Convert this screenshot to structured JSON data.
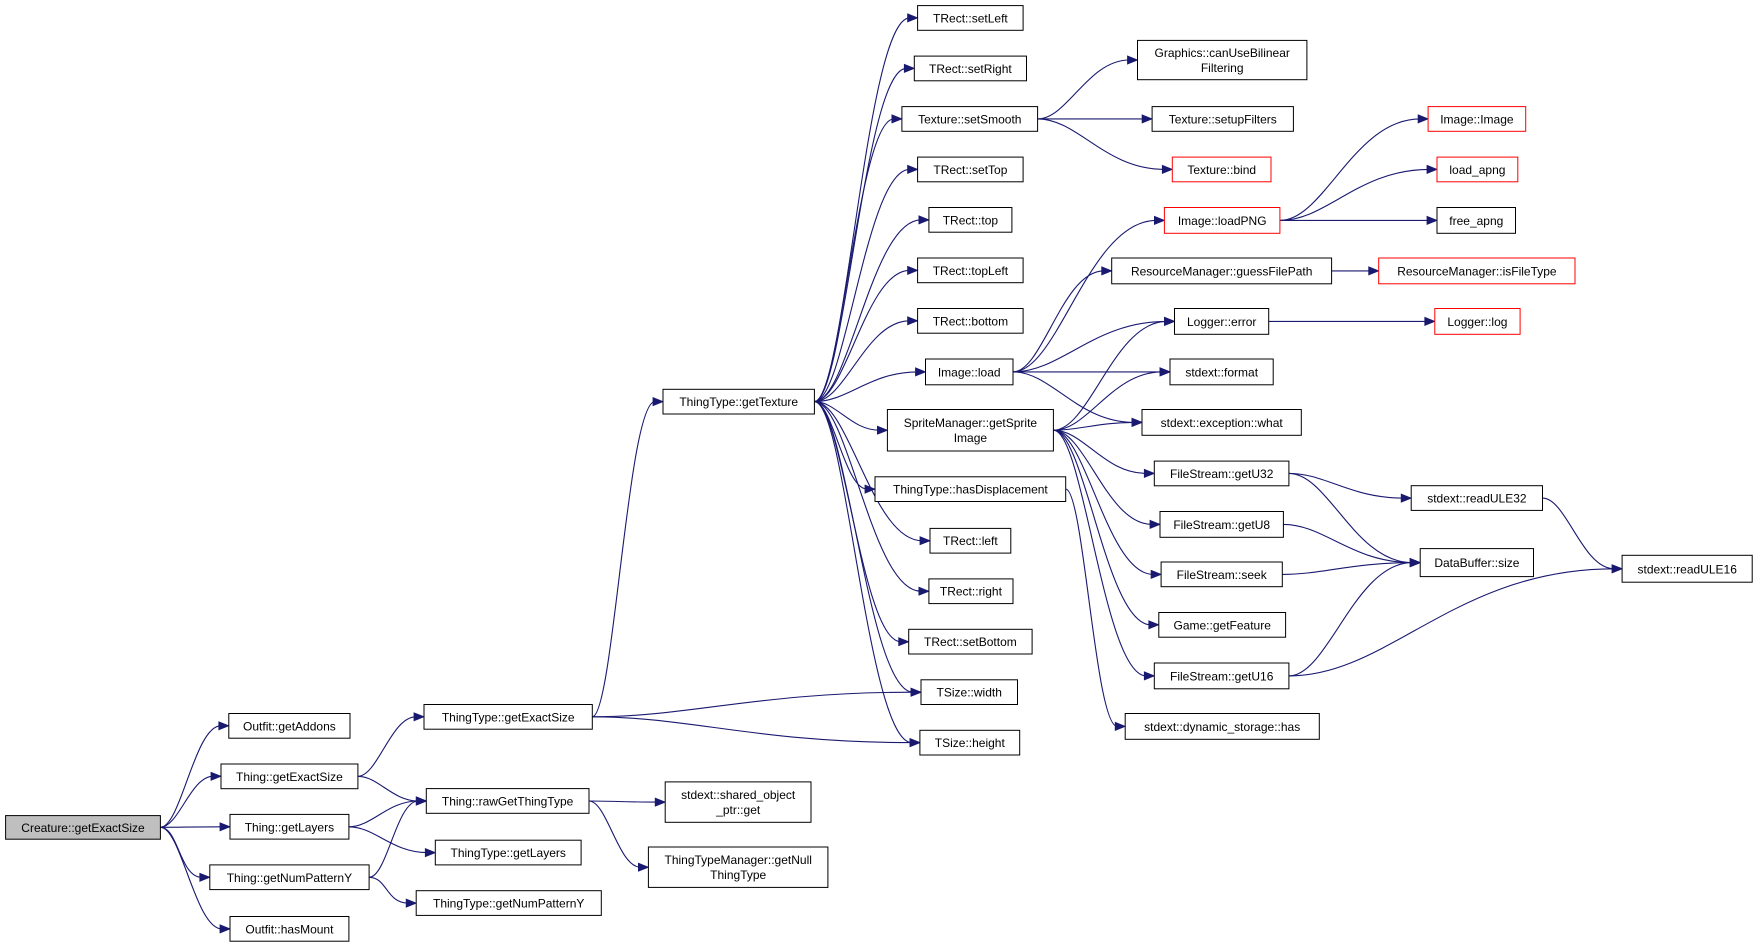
{
  "colors": {
    "edge": "#191970",
    "node_border": "#000000",
    "node_border_incomplete": "#ff0000",
    "node_fill": "#ffffff",
    "root_fill": "#bfbfbf"
  },
  "nodes": [
    {
      "id": "creature_getExactSize",
      "label": "Creature::getExactSize",
      "kind": "root"
    },
    {
      "id": "outfit_getAddons",
      "label": "Outfit::getAddons",
      "kind": "normal"
    },
    {
      "id": "thing_getExactSize",
      "label": "Thing::getExactSize",
      "kind": "normal"
    },
    {
      "id": "thing_getLayers",
      "label": "Thing::getLayers",
      "kind": "normal"
    },
    {
      "id": "thing_getNumPatternY",
      "label": "Thing::getNumPatternY",
      "kind": "normal"
    },
    {
      "id": "outfit_hasMount",
      "label": "Outfit::hasMount",
      "kind": "normal"
    },
    {
      "id": "thingtype_getExactSize",
      "label": "ThingType::getExactSize",
      "kind": "normal"
    },
    {
      "id": "thing_rawGetThingType",
      "label": "Thing::rawGetThingType",
      "kind": "normal"
    },
    {
      "id": "thingtype_getLayers",
      "label": "ThingType::getLayers",
      "kind": "normal"
    },
    {
      "id": "thingtype_getNumPatternY",
      "label": "ThingType::getNumPatternY",
      "kind": "normal"
    },
    {
      "id": "stdext_shared_object_ptr_get",
      "label": "stdext::shared_object_ptr::get",
      "lines": [
        "stdext::shared_object",
        "_ptr::get"
      ],
      "kind": "normal"
    },
    {
      "id": "thingtypemanager_getNullThingType",
      "label": "ThingTypeManager::getNullThingType",
      "lines": [
        "ThingTypeManager::getNull",
        "ThingType"
      ],
      "kind": "normal"
    },
    {
      "id": "thingtype_getTexture",
      "label": "ThingType::getTexture",
      "kind": "normal"
    },
    {
      "id": "trect_setLeft",
      "label": "TRect::setLeft",
      "kind": "normal"
    },
    {
      "id": "trect_setRight",
      "label": "TRect::setRight",
      "kind": "normal"
    },
    {
      "id": "texture_setSmooth",
      "label": "Texture::setSmooth",
      "kind": "normal"
    },
    {
      "id": "trect_setTop",
      "label": "TRect::setTop",
      "kind": "normal"
    },
    {
      "id": "trect_top",
      "label": "TRect::top",
      "kind": "normal"
    },
    {
      "id": "trect_topLeft",
      "label": "TRect::topLeft",
      "kind": "normal"
    },
    {
      "id": "trect_bottom",
      "label": "TRect::bottom",
      "kind": "normal"
    },
    {
      "id": "image_load",
      "label": "Image::load",
      "kind": "normal"
    },
    {
      "id": "spritemanager_getSpriteImage",
      "label": "SpriteManager::getSpriteImage",
      "lines": [
        "SpriteManager::getSprite",
        "Image"
      ],
      "kind": "normal"
    },
    {
      "id": "thingtype_hasDisplacement",
      "label": "ThingType::hasDisplacement",
      "kind": "normal"
    },
    {
      "id": "trect_left",
      "label": "TRect::left",
      "kind": "normal"
    },
    {
      "id": "trect_right",
      "label": "TRect::right",
      "kind": "normal"
    },
    {
      "id": "trect_setBottom",
      "label": "TRect::setBottom",
      "kind": "normal"
    },
    {
      "id": "tsize_width",
      "label": "TSize::width",
      "kind": "normal"
    },
    {
      "id": "tsize_height",
      "label": "TSize::height",
      "kind": "normal"
    },
    {
      "id": "graphics_canUseBilinearFiltering",
      "label": "Graphics::canUseBilinearFiltering",
      "lines": [
        "Graphics::canUseBilinear",
        "Filtering"
      ],
      "kind": "normal"
    },
    {
      "id": "texture_setupFilters",
      "label": "Texture::setupFilters",
      "kind": "normal"
    },
    {
      "id": "texture_bind",
      "label": "Texture::bind",
      "kind": "incomplete"
    },
    {
      "id": "image_loadPNG",
      "label": "Image::loadPNG",
      "kind": "incomplete"
    },
    {
      "id": "resourcemanager_guessFilePath",
      "label": "ResourceManager::guessFilePath",
      "kind": "normal"
    },
    {
      "id": "logger_error",
      "label": "Logger::error",
      "kind": "normal"
    },
    {
      "id": "stdext_format",
      "label": "stdext::format",
      "kind": "normal"
    },
    {
      "id": "stdext_exception_what",
      "label": "stdext::exception::what",
      "kind": "normal"
    },
    {
      "id": "filestream_getU32",
      "label": "FileStream::getU32",
      "kind": "normal"
    },
    {
      "id": "filestream_getU8",
      "label": "FileStream::getU8",
      "kind": "normal"
    },
    {
      "id": "filestream_seek",
      "label": "FileStream::seek",
      "kind": "normal"
    },
    {
      "id": "game_getFeature",
      "label": "Game::getFeature",
      "kind": "normal"
    },
    {
      "id": "filestream_getU16",
      "label": "FileStream::getU16",
      "kind": "normal"
    },
    {
      "id": "stdext_dynamic_storage_has",
      "label": "stdext::dynamic_storage::has",
      "kind": "normal"
    },
    {
      "id": "image_image",
      "label": "Image::Image",
      "kind": "incomplete"
    },
    {
      "id": "load_apng",
      "label": "load_apng",
      "kind": "incomplete"
    },
    {
      "id": "free_apng",
      "label": "free_apng",
      "kind": "normal"
    },
    {
      "id": "resourcemanager_isFileType",
      "label": "ResourceManager::isFileType",
      "kind": "incomplete"
    },
    {
      "id": "logger_log",
      "label": "Logger::log",
      "kind": "incomplete"
    },
    {
      "id": "stdext_readULE32",
      "label": "stdext::readULE32",
      "kind": "normal"
    },
    {
      "id": "databuffer_size",
      "label": "DataBuffer::size",
      "kind": "normal"
    },
    {
      "id": "stdext_readULE16",
      "label": "stdext::readULE16",
      "kind": "normal"
    }
  ],
  "edges": [
    {
      "from": "creature_getExactSize",
      "to": "outfit_getAddons"
    },
    {
      "from": "creature_getExactSize",
      "to": "thing_getExactSize"
    },
    {
      "from": "creature_getExactSize",
      "to": "thing_getLayers"
    },
    {
      "from": "creature_getExactSize",
      "to": "thing_getNumPatternY"
    },
    {
      "from": "creature_getExactSize",
      "to": "outfit_hasMount"
    },
    {
      "from": "thing_getExactSize",
      "to": "thingtype_getExactSize"
    },
    {
      "from": "thing_getExactSize",
      "to": "thing_rawGetThingType"
    },
    {
      "from": "thing_getLayers",
      "to": "thing_rawGetThingType"
    },
    {
      "from": "thing_getLayers",
      "to": "thingtype_getLayers"
    },
    {
      "from": "thing_getNumPatternY",
      "to": "thing_rawGetThingType"
    },
    {
      "from": "thing_getNumPatternY",
      "to": "thingtype_getNumPatternY"
    },
    {
      "from": "thing_rawGetThingType",
      "to": "stdext_shared_object_ptr_get"
    },
    {
      "from": "thing_rawGetThingType",
      "to": "thingtypemanager_getNullThingType"
    },
    {
      "from": "thingtype_getExactSize",
      "to": "thingtype_getTexture"
    },
    {
      "from": "thingtype_getExactSize",
      "to": "tsize_width"
    },
    {
      "from": "thingtype_getExactSize",
      "to": "tsize_height"
    },
    {
      "from": "thingtype_getTexture",
      "to": "trect_setLeft"
    },
    {
      "from": "thingtype_getTexture",
      "to": "trect_setRight"
    },
    {
      "from": "thingtype_getTexture",
      "to": "texture_setSmooth"
    },
    {
      "from": "thingtype_getTexture",
      "to": "trect_setTop"
    },
    {
      "from": "thingtype_getTexture",
      "to": "trect_top"
    },
    {
      "from": "thingtype_getTexture",
      "to": "trect_topLeft"
    },
    {
      "from": "thingtype_getTexture",
      "to": "trect_bottom"
    },
    {
      "from": "thingtype_getTexture",
      "to": "image_load"
    },
    {
      "from": "thingtype_getTexture",
      "to": "spritemanager_getSpriteImage"
    },
    {
      "from": "thingtype_getTexture",
      "to": "thingtype_hasDisplacement"
    },
    {
      "from": "thingtype_getTexture",
      "to": "trect_left"
    },
    {
      "from": "thingtype_getTexture",
      "to": "trect_right"
    },
    {
      "from": "thingtype_getTexture",
      "to": "trect_setBottom"
    },
    {
      "from": "thingtype_getTexture",
      "to": "tsize_width"
    },
    {
      "from": "thingtype_getTexture",
      "to": "tsize_height"
    },
    {
      "from": "texture_setSmooth",
      "to": "graphics_canUseBilinearFiltering"
    },
    {
      "from": "texture_setSmooth",
      "to": "texture_setupFilters"
    },
    {
      "from": "texture_setSmooth",
      "to": "texture_bind"
    },
    {
      "from": "image_load",
      "to": "image_loadPNG"
    },
    {
      "from": "image_load",
      "to": "resourcemanager_guessFilePath"
    },
    {
      "from": "image_load",
      "to": "logger_error"
    },
    {
      "from": "image_load",
      "to": "stdext_format"
    },
    {
      "from": "image_load",
      "to": "stdext_exception_what"
    },
    {
      "from": "spritemanager_getSpriteImage",
      "to": "logger_error"
    },
    {
      "from": "spritemanager_getSpriteImage",
      "to": "stdext_format"
    },
    {
      "from": "spritemanager_getSpriteImage",
      "to": "stdext_exception_what"
    },
    {
      "from": "spritemanager_getSpriteImage",
      "to": "filestream_getU32"
    },
    {
      "from": "spritemanager_getSpriteImage",
      "to": "filestream_getU8"
    },
    {
      "from": "spritemanager_getSpriteImage",
      "to": "filestream_seek"
    },
    {
      "from": "spritemanager_getSpriteImage",
      "to": "game_getFeature"
    },
    {
      "from": "spritemanager_getSpriteImage",
      "to": "filestream_getU16"
    },
    {
      "from": "thingtype_hasDisplacement",
      "to": "stdext_dynamic_storage_has"
    },
    {
      "from": "image_loadPNG",
      "to": "image_image"
    },
    {
      "from": "image_loadPNG",
      "to": "load_apng"
    },
    {
      "from": "image_loadPNG",
      "to": "free_apng"
    },
    {
      "from": "resourcemanager_guessFilePath",
      "to": "resourcemanager_isFileType"
    },
    {
      "from": "logger_error",
      "to": "logger_log"
    },
    {
      "from": "filestream_getU32",
      "to": "stdext_readULE32"
    },
    {
      "from": "filestream_getU32",
      "to": "databuffer_size"
    },
    {
      "from": "filestream_getU8",
      "to": "databuffer_size"
    },
    {
      "from": "filestream_seek",
      "to": "databuffer_size"
    },
    {
      "from": "filestream_getU16",
      "to": "databuffer_size"
    },
    {
      "from": "filestream_getU16",
      "to": "stdext_readULE16"
    },
    {
      "from": "stdext_readULE32",
      "to": "stdext_readULE16"
    }
  ]
}
